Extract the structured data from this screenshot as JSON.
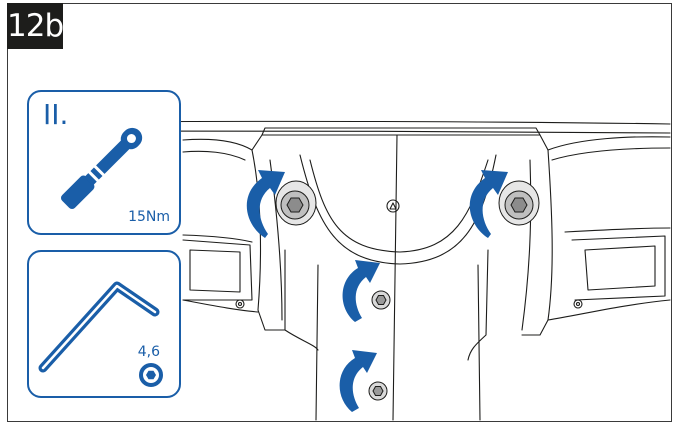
{
  "step_label": "12b",
  "tools": {
    "torque_wrench": {
      "index": "II.",
      "torque": "15Nm",
      "icon": "torque-wrench-icon"
    },
    "hex_key": {
      "size": "4,6",
      "icon": "hex-key-icon"
    }
  },
  "colors": {
    "accent": "#1a5ea8",
    "line": "#1d1d1b",
    "badge_bg": "#1d1d1b"
  }
}
